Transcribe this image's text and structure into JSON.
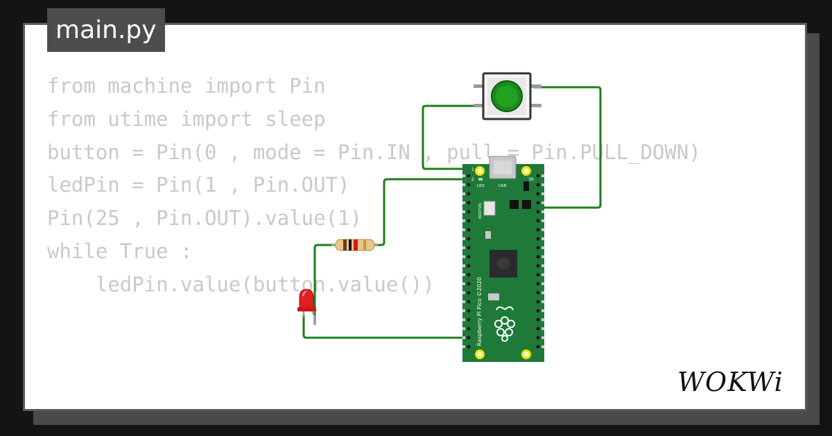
{
  "file": {
    "name": "main.py"
  },
  "code": {
    "lines": [
      "from machine import Pin",
      "from utime import sleep",
      "button = Pin(0 , mode = Pin.IN , pull = Pin.PULL_DOWN)",
      "ledPin = Pin(1 , Pin.OUT)",
      "Pin(25 , Pin.OUT).value(1)",
      "while True :",
      "    ledPin.value(button.value())"
    ]
  },
  "board": {
    "led_label": "LED",
    "usb_label": "USB",
    "bootsel_label": "BOOTSEL",
    "name_label": "Raspberry Pi Pico ©2020",
    "pin_1": "1",
    "pin_2": "2",
    "pin_39": "39"
  },
  "components": {
    "button_icon": "pushbutton-icon",
    "led_icon": "red-led-icon",
    "resistor_icon": "resistor-icon",
    "chip_icon": "raspberry-pi-logo-icon"
  },
  "brand": {
    "logo": "WOKWi"
  },
  "colors": {
    "background": "#141414",
    "card": "#ffffff",
    "code_text": "#c9c9c9",
    "wire": "#1a7f1a",
    "board": "#1f7a3a",
    "button_cap": "#1a8a1a",
    "led": "#e02020"
  }
}
